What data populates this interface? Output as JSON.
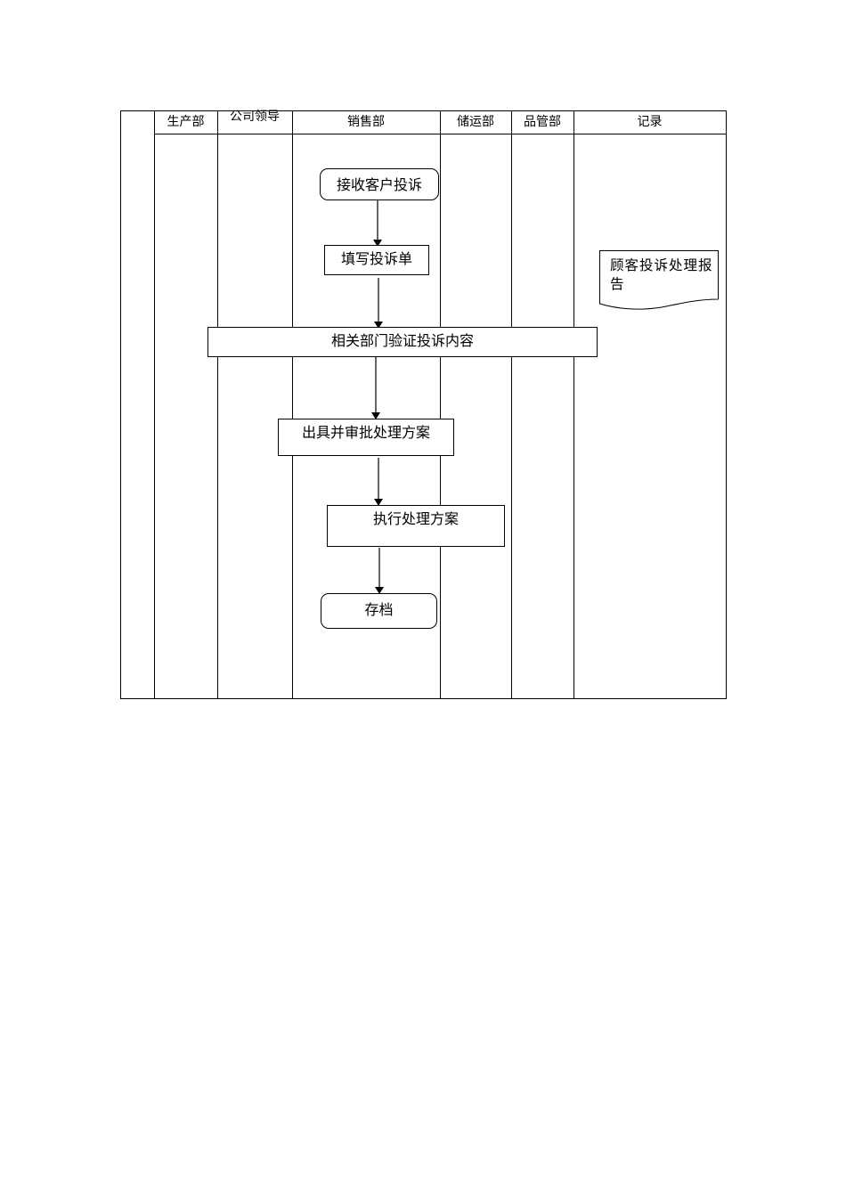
{
  "columns": [
    "生产部",
    "公司领导",
    "销售部",
    "储运部",
    "品管部",
    "记录"
  ],
  "steps": {
    "receive": "接收客户投诉",
    "fill_form": "填写投诉单",
    "verify": "相关部门验证投诉内容",
    "approve_plan": "出具并审批处理方案",
    "execute_plan": "执行处理方案",
    "archive": "存档"
  },
  "record_document": "顾客投诉处理报告"
}
